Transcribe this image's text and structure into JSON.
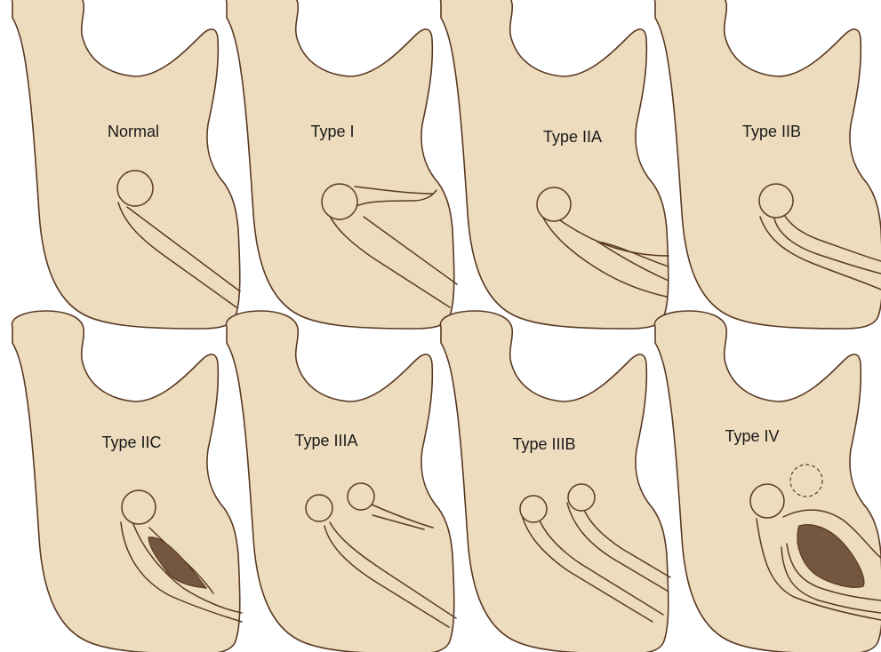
{
  "panels": [
    {
      "id": "normal",
      "label": "Normal"
    },
    {
      "id": "type-1",
      "label": "Type I"
    },
    {
      "id": "type-2a",
      "label": "Type IIA"
    },
    {
      "id": "type-2b",
      "label": "Type IIB"
    },
    {
      "id": "type-2c",
      "label": "Type IIC"
    },
    {
      "id": "type-3a",
      "label": "Type IIIA"
    },
    {
      "id": "type-3b",
      "label": "Type IIIB"
    },
    {
      "id": "type-4",
      "label": "Type IV"
    }
  ],
  "colors": {
    "bone_fill": "#eddcbd",
    "outline": "#5a3a25",
    "lesion": "#75573f",
    "label_text": "#1a1a1a"
  }
}
